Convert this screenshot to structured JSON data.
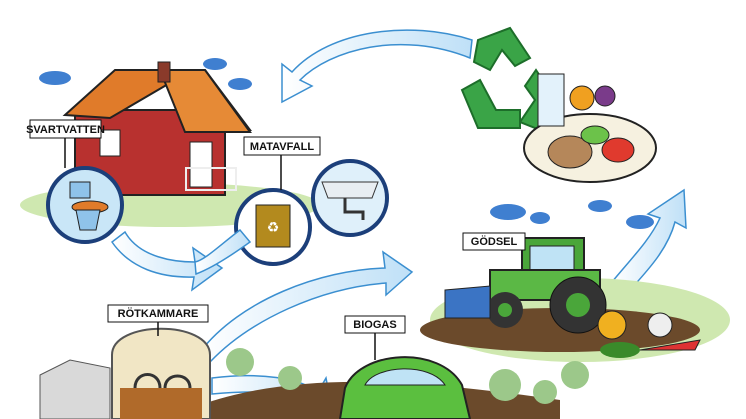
{
  "labels": {
    "svartvatten": "SVARTVATTEN",
    "matavfall": "MATAVFALL",
    "rotkammare": "RÖTKAMMARE",
    "biogas": "BIOGAS",
    "godsel": "GÖDSEL"
  },
  "colors": {
    "arrow": "#cfe6f7",
    "arrow_stroke": "#3b8fd0",
    "house": "#b8312f",
    "roof": "#e07b2a",
    "recycle": "#3aa447",
    "car": "#5bbf3f",
    "tractor": "#4aa63a",
    "ground": "#6b4a2b"
  }
}
